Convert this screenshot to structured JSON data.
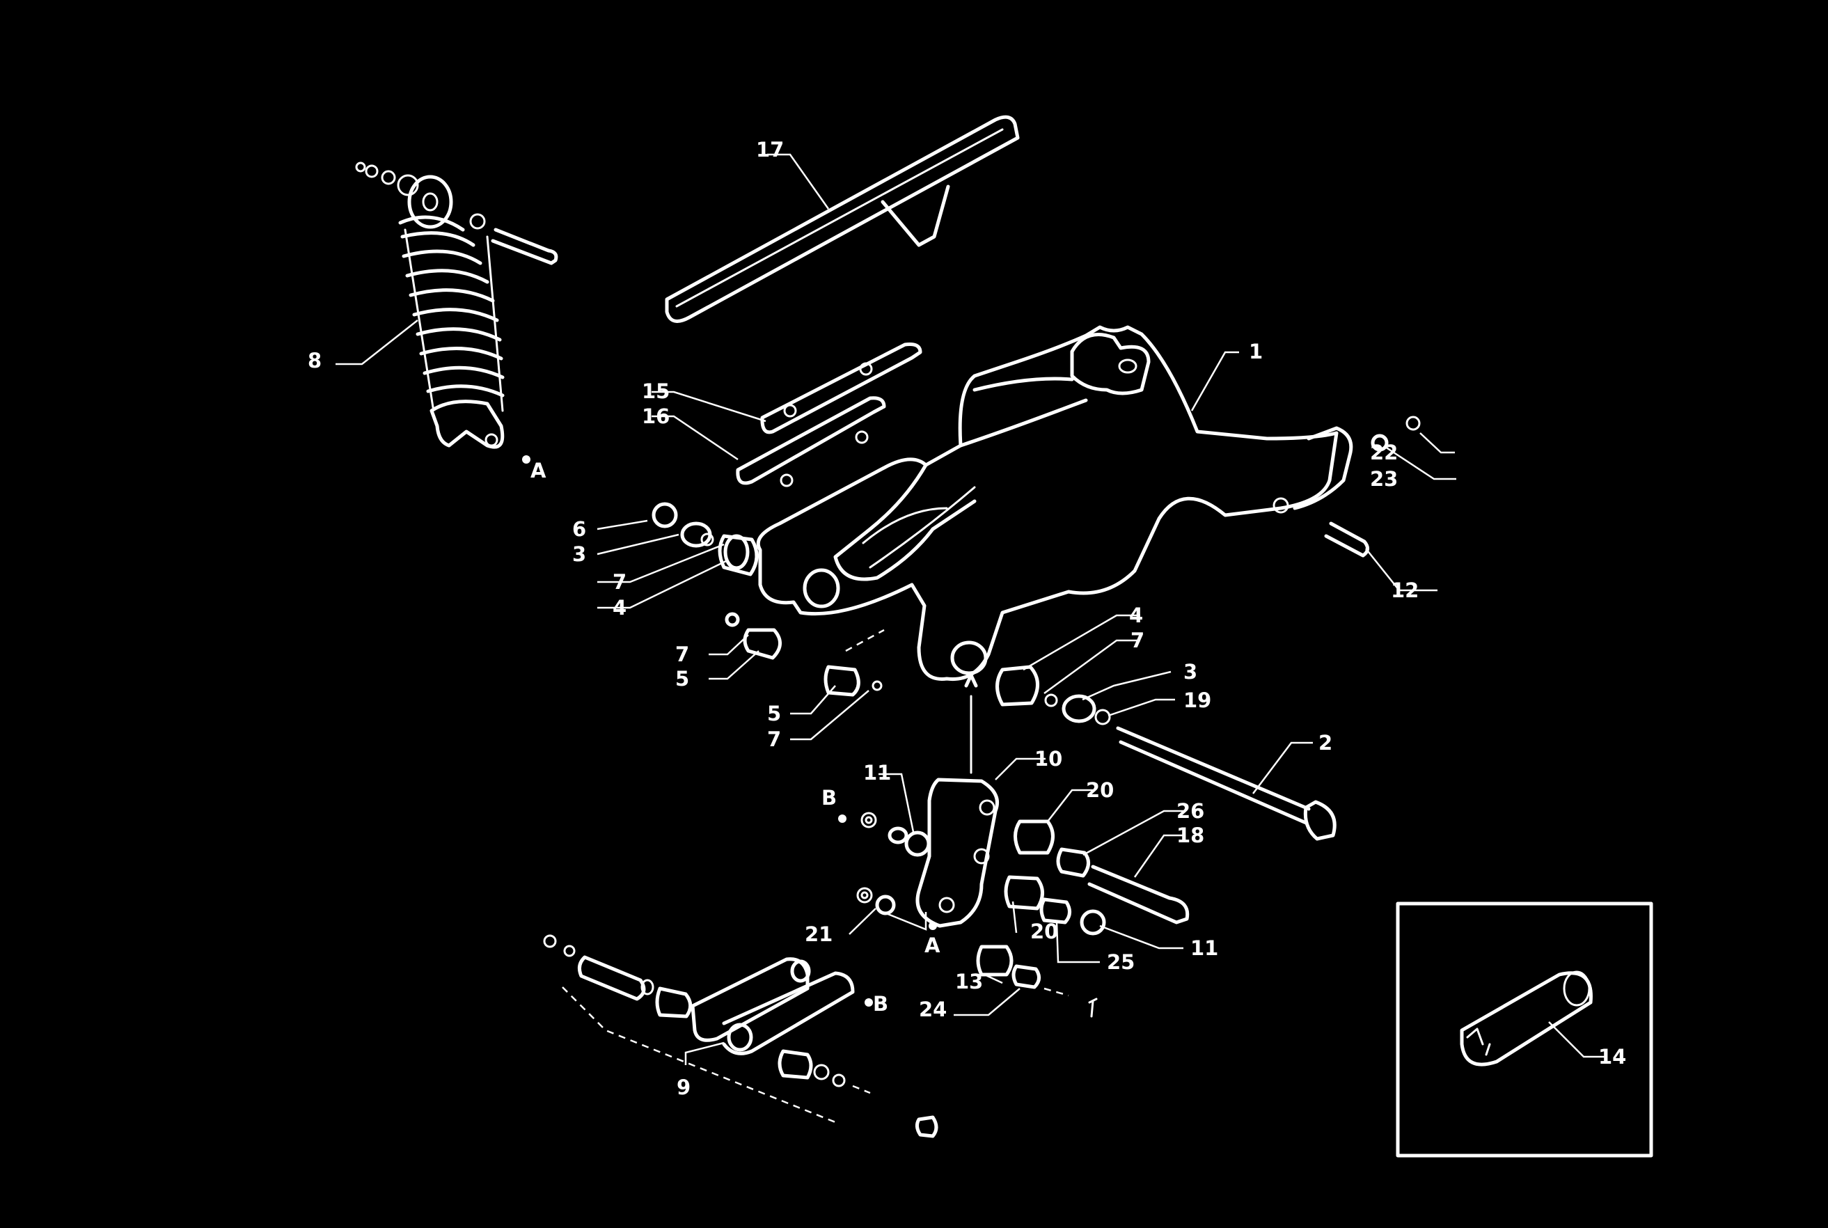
{
  "diagram": {
    "colors": {
      "background": "#000000",
      "line": "#ffffff"
    },
    "callouts": {
      "c1": "1",
      "c2": "2",
      "c3a": "3",
      "c3b": "3",
      "c4a": "4",
      "c4b": "4",
      "c5a": "5",
      "c5b": "5",
      "c6": "6",
      "c7a": "7",
      "c7b": "7",
      "c7c": "7",
      "c7d": "7",
      "c8": "8",
      "c9": "9",
      "c10": "10",
      "c11a": "11",
      "c11b": "11",
      "c12": "12",
      "c13": "13",
      "c14": "14",
      "c15": "15",
      "c16": "16",
      "c17": "17",
      "c18": "18",
      "c19": "19",
      "c20a": "20",
      "c20b": "20",
      "c21": "21",
      "c22": "22",
      "c23": "23",
      "c24": "24",
      "c25": "25",
      "c26": "26"
    },
    "reference_letters": {
      "a_top": "A",
      "a_bottom": "A",
      "b_top": "B",
      "b_bottom": "B"
    }
  }
}
